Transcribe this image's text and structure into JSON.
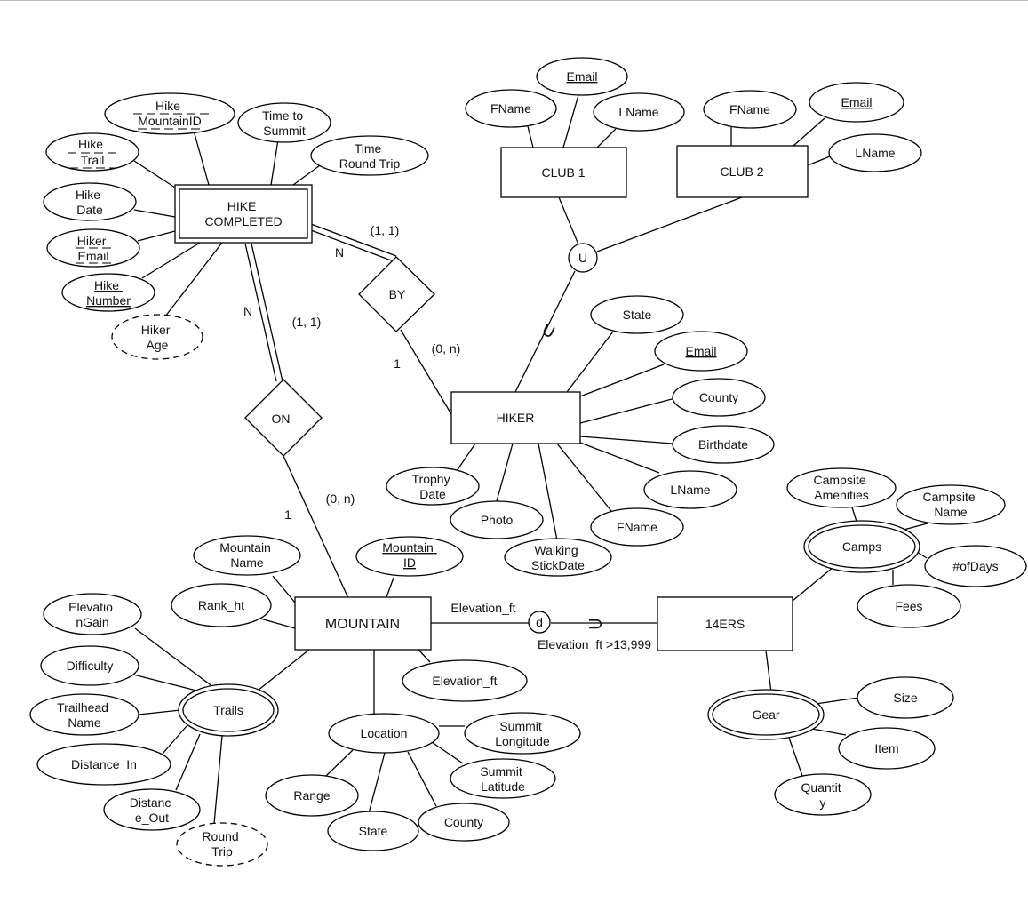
{
  "entities": {
    "hike_completed": [
      "HIKE",
      "COMPLETED"
    ],
    "club1": [
      "CLUB 1"
    ],
    "club2": [
      "CLUB 2"
    ],
    "hiker": [
      "HIKER"
    ],
    "mountain": [
      "MOUNTAIN"
    ],
    "fourteeners": [
      "14ERS"
    ]
  },
  "relationships": {
    "by": "BY",
    "on": "ON"
  },
  "attributes": {
    "hike_mountainid": [
      "Hike",
      "MountainID"
    ],
    "time_to_summit": [
      "Time to",
      "Summit"
    ],
    "time_round_trip": [
      "Time",
      "Round Trip"
    ],
    "hike_trail": [
      "Hike",
      "Trail"
    ],
    "hike_date": [
      "Hike",
      "Date"
    ],
    "hiker_email": [
      "Hiker",
      "Email"
    ],
    "hike_number": [
      "Hike",
      "Number"
    ],
    "hiker_age": [
      "Hiker",
      "Age"
    ],
    "club1_email": [
      "Email"
    ],
    "club1_fname": [
      "FName"
    ],
    "club1_lname": [
      "LName"
    ],
    "club2_fname": [
      "FName"
    ],
    "club2_email": [
      "Email"
    ],
    "club2_lname": [
      "LName"
    ],
    "hiker_state": [
      "State"
    ],
    "hiker_email2": [
      "Email"
    ],
    "hiker_county": [
      "County"
    ],
    "hiker_birthdate": [
      "Birthdate"
    ],
    "hiker_lname": [
      "LName"
    ],
    "hiker_fname": [
      "FName"
    ],
    "walking_stickdate": [
      "Walking",
      "StickDate"
    ],
    "photo": [
      "Photo"
    ],
    "trophy_date": [
      "Trophy",
      "Date"
    ],
    "mountain_name": [
      "Mountain",
      "Name"
    ],
    "mountain_id": [
      "Mountain",
      "ID"
    ],
    "rank_ht": [
      "Rank_ht"
    ],
    "elevation_ft": [
      "Elevation_ft"
    ],
    "elevation_gain": [
      "Elevatio",
      "nGain"
    ],
    "difficulty": [
      "Difficulty"
    ],
    "trailhead_name": [
      "Trailhead",
      "Name"
    ],
    "distance_in": [
      "Distance_In"
    ],
    "distance_out": [
      "Distanc",
      "e_Out"
    ],
    "round_trip": [
      "Round",
      "Trip"
    ],
    "trails": [
      "Trails"
    ],
    "location": [
      "Location"
    ],
    "summit_longitude": [
      "Summit",
      "Longitude"
    ],
    "summit_latitude": [
      "Summit",
      "Latitude"
    ],
    "county": [
      "County"
    ],
    "state": [
      "State"
    ],
    "range": [
      "Range"
    ],
    "camps": [
      "Camps"
    ],
    "campsite_amenities": [
      "Campsite",
      "Amenities"
    ],
    "campsite_name": [
      "Campsite",
      "Name"
    ],
    "of_days": [
      "#ofDays"
    ],
    "fees": [
      "Fees"
    ],
    "gear": [
      "Gear"
    ],
    "size": [
      "Size"
    ],
    "item": [
      "Item"
    ],
    "quantity": [
      "Quantit",
      "y"
    ]
  },
  "cardinalities": {
    "hc_by_n": "N",
    "hc_by_11": "(1, 1)",
    "by_hiker_1": "1",
    "by_hiker_0n": "(0, n)",
    "hc_on_n": "N",
    "hc_on_11": "(1, 1)",
    "on_mtn_1": "1",
    "on_mtn_0n": "(0, n)"
  },
  "union_symbol": "U",
  "union_subset_symbol": "∪",
  "disjoint_symbol": "d",
  "disjoint_subset_symbol": "⊃",
  "specialization": {
    "attribute_label": "Elevation_ft",
    "condition_label": "Elevation_ft >13,999"
  }
}
